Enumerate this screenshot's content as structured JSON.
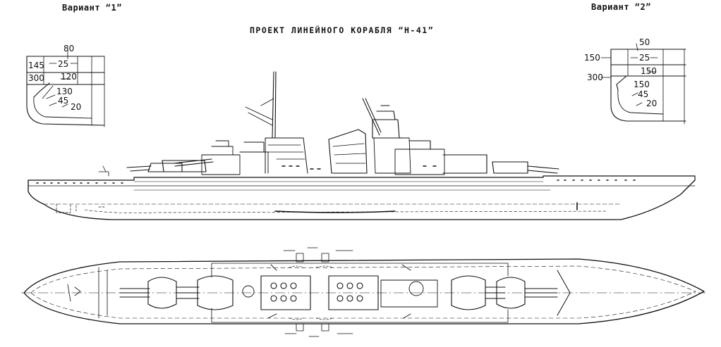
{
  "header": {
    "variant_left": "Вариант “1”",
    "variant_right": "Вариант “2”",
    "title": "ПРОЕКТ ЛИНЕЙНОГО КОРАБЛЯ “Н-41”"
  },
  "section_left": {
    "labels": [
      "80",
      "145",
      "25",
      "300",
      "120",
      "130",
      "45",
      "20"
    ]
  },
  "section_right": {
    "labels": [
      "50",
      "150",
      "25",
      "300",
      "150",
      "150",
      "45",
      "20"
    ]
  },
  "colors": {
    "ink": "#111111",
    "paper": "#ffffff"
  }
}
